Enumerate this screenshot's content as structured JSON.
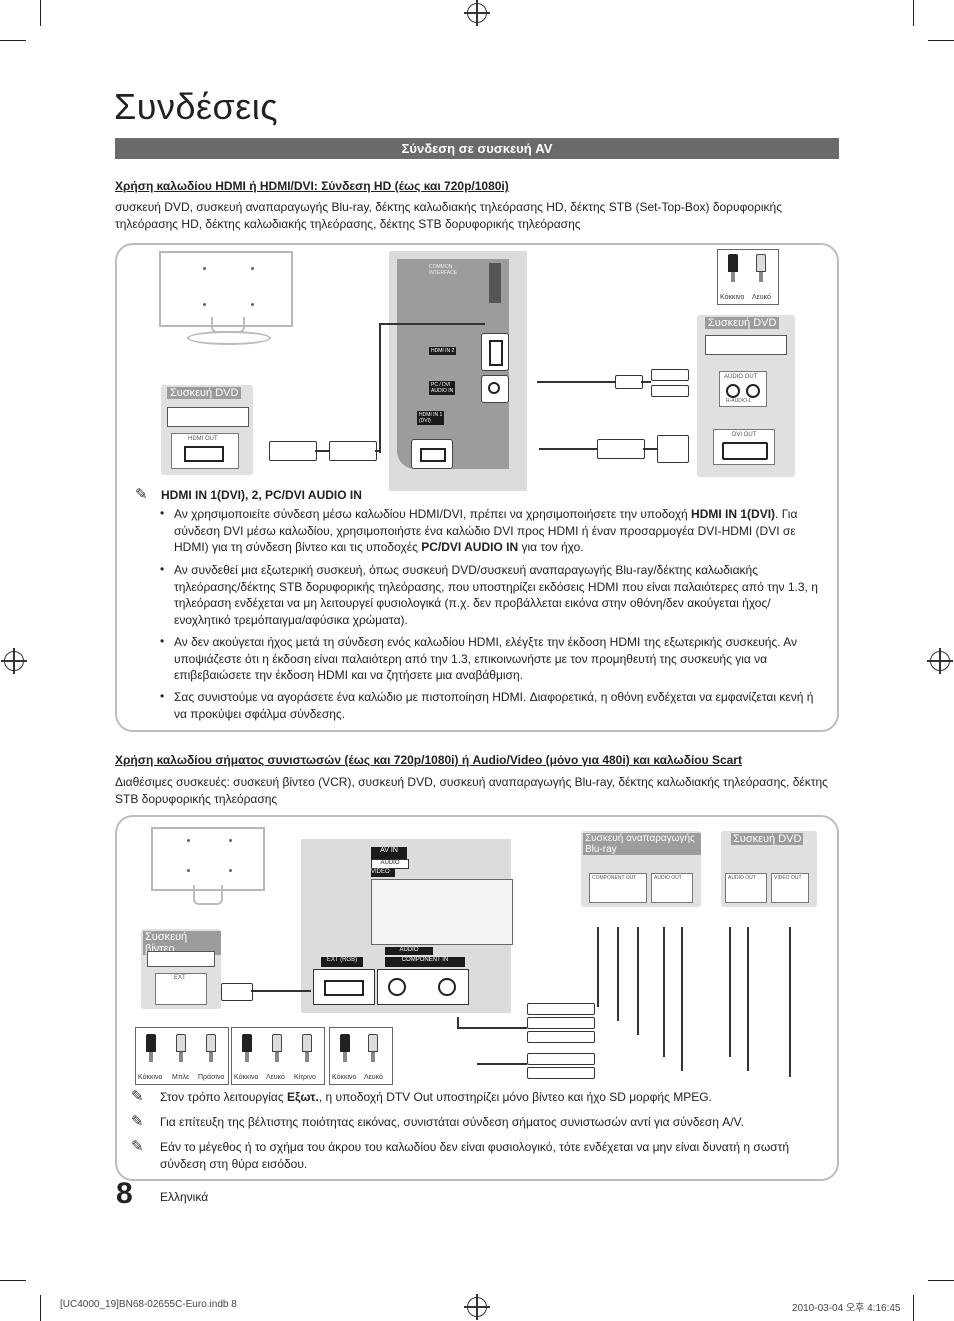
{
  "page": {
    "title": "Συνδέσεις",
    "section_bar": "Σύνδεση σε συσκευή AV",
    "page_number": "8",
    "language": "Ελληνικά",
    "footer_file": "[UC4000_19]BN68-02655C-Euro.indb   8",
    "footer_date": "2010-03-04   오후 4:16:45"
  },
  "hdmi_section": {
    "heading": "Χρήση καλωδίου HDMI ή HDMI/DVI: Σύνδεση HD (έως και 720p/1080i)",
    "intro": "συσκευή DVD, συσκευή αναπαραγωγής Blu-ray, δέκτης καλωδιακής τηλεόρασης HD, δέκτης STB (Set-Top-Box) δορυφορικής τηλεόρασης HD, δέκτης καλωδιακής τηλεόρασης, δέκτης STB δορυφορικής τηλεόρασης",
    "diagram": {
      "device_left": "Συσκευή DVD",
      "device_left_port": "HDMI OUT",
      "device_right": "Συσκευή DVD",
      "device_right_audio_port": "AUDIO OUT",
      "device_right_audio_sub": "R-AUDIO-L",
      "device_right_dvi_port": "DVI OUT",
      "tv_port_common": "COMMON\nINTERFACE",
      "tv_port_hdmi2": "HDMI IN 2",
      "tv_port_pc_audio": "PC / DVI\nAUDIO IN",
      "tv_port_hdmi1": "HDMI IN 1\n(DVI)",
      "connector_red": "Κόκκινο",
      "connector_white": "Λευκό"
    },
    "note_title": "HDMI IN 1(DVI), 2, PC/DVI AUDIO IN",
    "bullets": [
      {
        "parts": [
          "Αν χρησιμοποιείτε σύνδεση μέσω καλωδίου HDMI/DVI, πρέπει να χρησιμοποιήσετε την υποδοχή ",
          "HDMI IN 1(DVI)",
          ". Για σύνδεση DVI μέσω καλωδίου, χρησιμοποιήστε ένα καλώδιο DVI προς HDMI ή έναν προσαρμογέα DVI-HDMI (DVI σε HDMI) για τη σύνδεση βίντεο και τις υποδοχές ",
          "PC/DVI AUDIO IN",
          " για τον ήχο."
        ]
      },
      {
        "text": "Αν συνδεθεί μια εξωτερική συσκευή, όπως συσκευή DVD/συσκευή αναπαραγωγής Blu-ray/δέκτης καλωδιακής τηλεόρασης/δέκτης STB δορυφορικής τηλεόρασης, που υποστηρίζει εκδόσεις HDMI που είναι παλαιότερες από την 1.3, η τηλεόραση ενδέχεται να μη λειτουργεί φυσιολογικά (π.χ. δεν προβάλλεται εικόνα στην οθόνη/δεν ακούγεται ήχος/ενοχλητικό τρεμόπαιγμα/αφύσικα χρώματα)."
      },
      {
        "text": "Αν δεν ακούγεται ήχος μετά τη σύνδεση ενός καλωδίου HDMI, ελέγξτε την έκδοση HDMI της εξωτερικής συσκευής. Αν υποψιάζεστε ότι η έκδοση είναι παλαιότερη από την 1.3, επικοινωνήστε με τον προμηθευτή της συσκευής για να επιβεβαιώσετε την έκδοση HDMI και να ζητήσετε μια αναβάθμιση."
      },
      {
        "text": "Σας συνιστούμε να αγοράσετε ένα καλώδιο με πιστοποίηση HDMI. Διαφορετικά, η οθόνη ενδέχεται να εμφανίζεται κενή ή να προκύψει σφάλμα σύνδεσης."
      }
    ]
  },
  "component_section": {
    "heading": "Χρήση καλωδίου σήματος συνιστωσών (έως και 720p/1080i) ή Audio/Video (μόνο για 480i) και καλωδίου Scart",
    "intro": "Διαθέσιμες συσκευές: συσκευή βίντεο (VCR), συσκευή DVD, συσκευή αναπαραγωγής Blu-ray, δέκτης καλωδιακής τηλεόρασης, δέκτης STB δορυφορικής τηλεόρασης",
    "diagram": {
      "device_vcr": "Συσκευή βίντεο",
      "device_vcr_port": "EXT",
      "device_bluray": "Συσκευή αναπαραγωγής Blu-ray",
      "device_bluray_component": "COMPONENT OUT",
      "device_bluray_audio": "AUDIO OUT",
      "device_dvd": "Συσκευή DVD",
      "device_dvd_audio": "AUDIO OUT",
      "device_dvd_video": "VIDEO OUT",
      "tv_av_in": "AV IN",
      "tv_video": "VIDEO",
      "tv_audio": "AUDIO",
      "tv_ext_rgb": "EXT (RGB)",
      "tv_component_in": "COMPONENT IN",
      "group1": [
        "Κόκκινο",
        "Μπλε",
        "Πράσινο"
      ],
      "group2": [
        "Κόκκινο",
        "Λευκό",
        "Κίτρινο"
      ],
      "group3": [
        "Κόκκινο",
        "Λευκό"
      ]
    },
    "notes": [
      {
        "parts": [
          "Στον τρόπο λειτουργίας ",
          "Εξωτ.",
          ", η υποδοχή DTV Out υποστηρίζει μόνο βίντεο και ήχο SD μορφής MPEG."
        ]
      },
      {
        "text": "Για επίτευξη της βέλτιστης ποιότητας εικόνας, συνιστάται σύνδεση σήματος συνιστωσών αντί για σύνδεση A/V."
      },
      {
        "text": "Εάν το μέγεθος ή το σχήμα του άκρου του καλωδίου δεν είναι φυσιολογικό, τότε ενδέχεται να μην είναι δυνατή η σωστή σύνδεση στη θύρα εισόδου."
      }
    ]
  }
}
